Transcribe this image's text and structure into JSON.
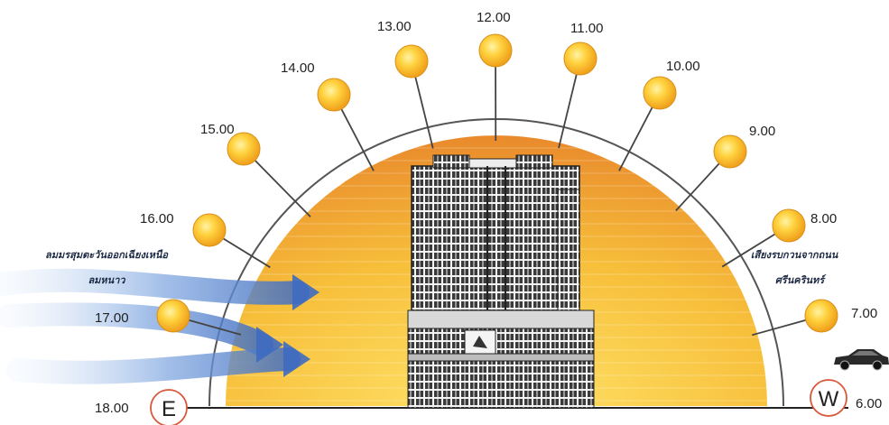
{
  "sun_path": {
    "times": [
      "18.00",
      "17.00",
      "16.00",
      "15.00",
      "14.00",
      "13.00",
      "12.00",
      "11.00",
      "10.00",
      "9.00",
      "8.00",
      "7.00",
      "6.00"
    ]
  },
  "directions": {
    "east": "E",
    "west": "W"
  },
  "annotations": {
    "left_line1": "ลมมรสุมตะวันออกเฉียงเหนือ",
    "left_line2": "ลมหนาว",
    "right_line1": "เสียงรบกวนจากถนน",
    "right_line2": "ศรีนครินทร์"
  },
  "colors": {
    "sun_core": "#ffd23f",
    "sun_edge": "#f0a21c",
    "glow_outer": "#e98a2c",
    "glow_inner": "#ffd84a",
    "arc": "#555555",
    "wind": "#4a78c8",
    "compass_ring": "#d9573a"
  },
  "icons": [
    "sun-icon",
    "wind-arrow-icon",
    "car-icon",
    "building-icon"
  ]
}
